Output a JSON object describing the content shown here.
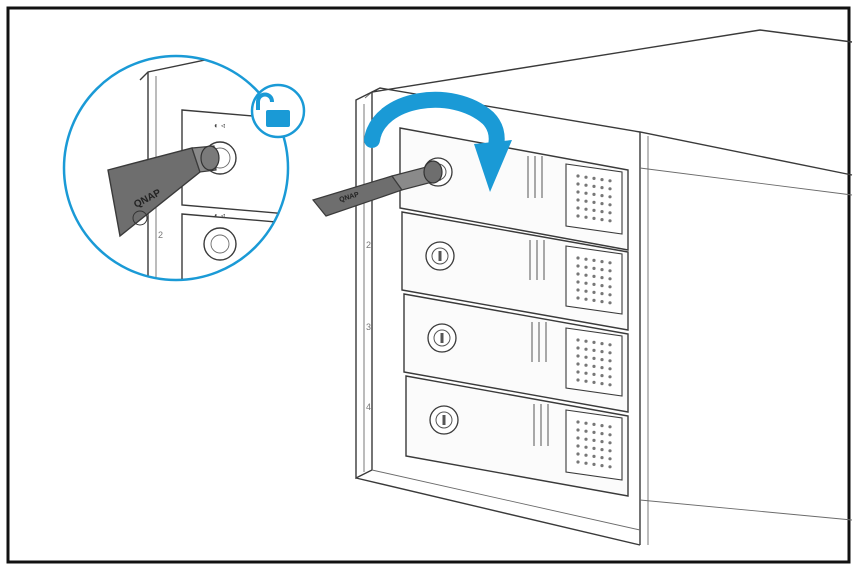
{
  "illustration": {
    "bay_numbers": [
      "2",
      "3",
      "4"
    ],
    "inset_bay_number": "2",
    "key_brand": "QNAP",
    "colors": {
      "accent": "#1a9ad6",
      "key": "#6e6e6e",
      "outline": "#3a3a3a",
      "frame": "#111111"
    },
    "icons": [
      "unlock-icon",
      "rotate-clockwise-arrow-icon"
    ]
  }
}
